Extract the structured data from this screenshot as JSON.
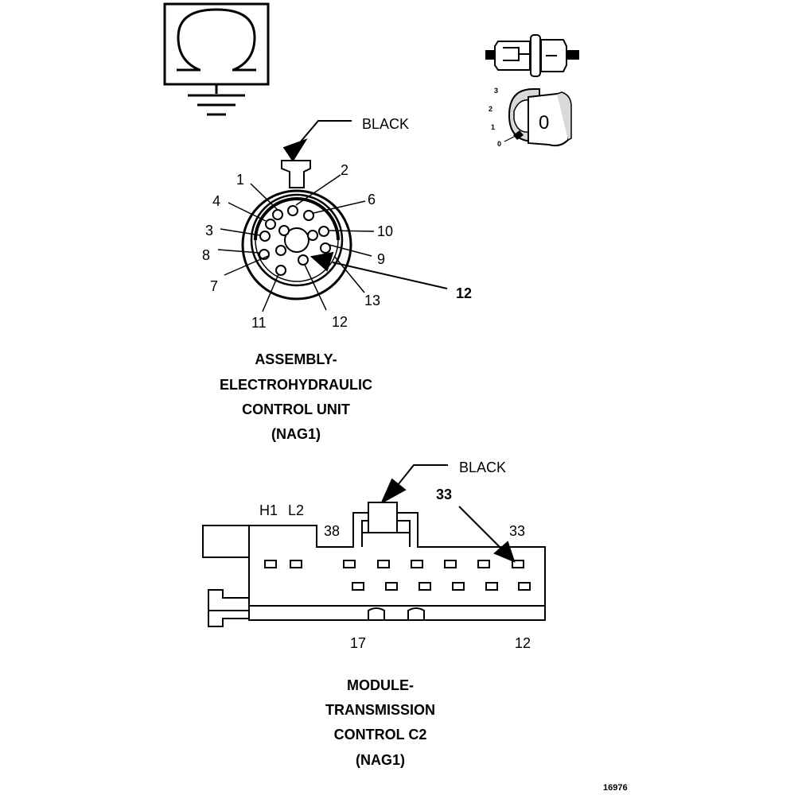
{
  "ground_symbol": {
    "icon": "ohm-ground-symbol-icon"
  },
  "key_diagram": {
    "icon": "ignition-key-icon",
    "positions": [
      "3",
      "2",
      "1",
      "0"
    ],
    "key_label": "0"
  },
  "ecu_connector": {
    "color_label": "BLACK",
    "pins": {
      "p1": "1",
      "p2": "2",
      "p3": "3",
      "p4": "4",
      "p6": "6",
      "p7": "7",
      "p8": "8",
      "p9": "9",
      "p10": "10",
      "p11": "11",
      "p12": "12",
      "p13": "13"
    },
    "callout": "12",
    "title": [
      "ASSEMBLY-",
      "ELECTROHYDRAULIC",
      "CONTROL UNIT",
      "(NAG1)"
    ]
  },
  "tcm_connector": {
    "color_label": "BLACK",
    "top_labels": {
      "h1": "H1",
      "l2": "L2",
      "p38": "38",
      "p33": "33"
    },
    "callout": "33",
    "bottom_labels": {
      "p17": "17",
      "p12": "12"
    },
    "title": [
      "MODULE-",
      "TRANSMISSION",
      "CONTROL C2",
      "(NAG1)"
    ]
  },
  "figure_number": "16976"
}
